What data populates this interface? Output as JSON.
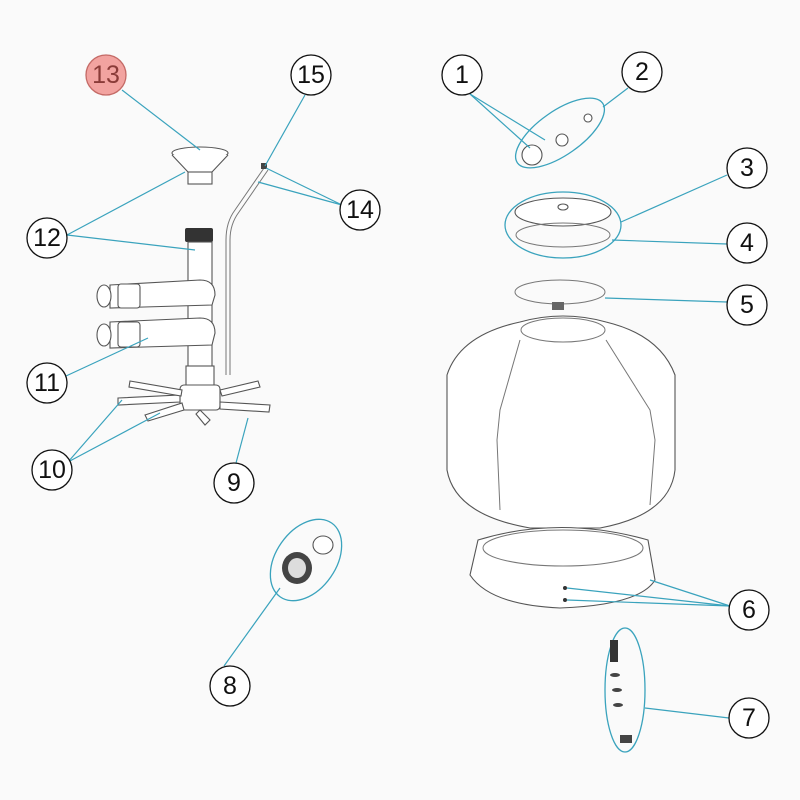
{
  "diagram": {
    "highlight_color": "#f2a3a0",
    "leader_color": "#3aa3bd",
    "highlighted_part": "13",
    "callouts": [
      "1",
      "2",
      "3",
      "4",
      "5",
      "6",
      "7",
      "8",
      "9",
      "10",
      "11",
      "12",
      "13",
      "14",
      "15"
    ]
  }
}
